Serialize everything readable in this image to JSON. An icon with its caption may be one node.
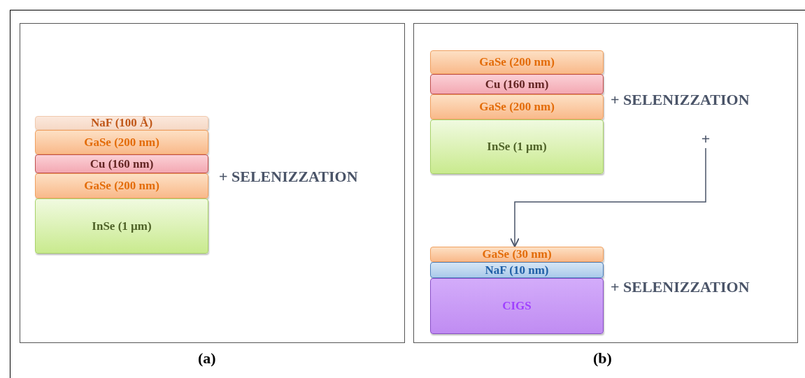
{
  "diagram": {
    "nodes": [
      {
        "text": [],
        "shape": "box",
        "beside": [
          "(a)"
        ]
      },
      {
        "text": [
          "NaF (100 Å)"
        ],
        "in": 0
      },
      {
        "text": [
          "GaSe (200 nm)"
        ],
        "in": 0
      },
      {
        "text": [
          "Cu (160 nm)"
        ],
        "in": 0
      },
      {
        "text": [
          "GaSe (200 nm)"
        ],
        "in": 0
      },
      {
        "text": [
          "InSe (1 µm)"
        ],
        "in": 0
      },
      {
        "text": [],
        "shape": "box",
        "beside": [
          "(b)"
        ]
      },
      {
        "text": [
          "GaSe (200 nm)"
        ],
        "in": 6
      },
      {
        "text": [
          "Cu (160 nm)"
        ],
        "in": 6
      },
      {
        "text": [
          "GaSe (200 nm)"
        ],
        "in": 6
      },
      {
        "text": [
          "InSe (1 µm)"
        ],
        "in": 6
      },
      {
        "text": [
          "GaSe (30 nm)"
        ],
        "in": 6
      },
      {
        "text": [
          "NaF (10 nm)"
        ],
        "in": 6
      },
      {
        "text": [
          "CIGS"
        ],
        "in": 6
      },
      {
        "text": [
          "+"
        ],
        "in": 6
      }
    ],
    "edges": [
      {
        "from": 14,
        "to": 11,
        "arrow": "to"
      }
    ],
    "labels": [
      "+ SELENIZZATION",
      "+ SELENIZZATION",
      "+ SELENIZZATION"
    ]
  }
}
